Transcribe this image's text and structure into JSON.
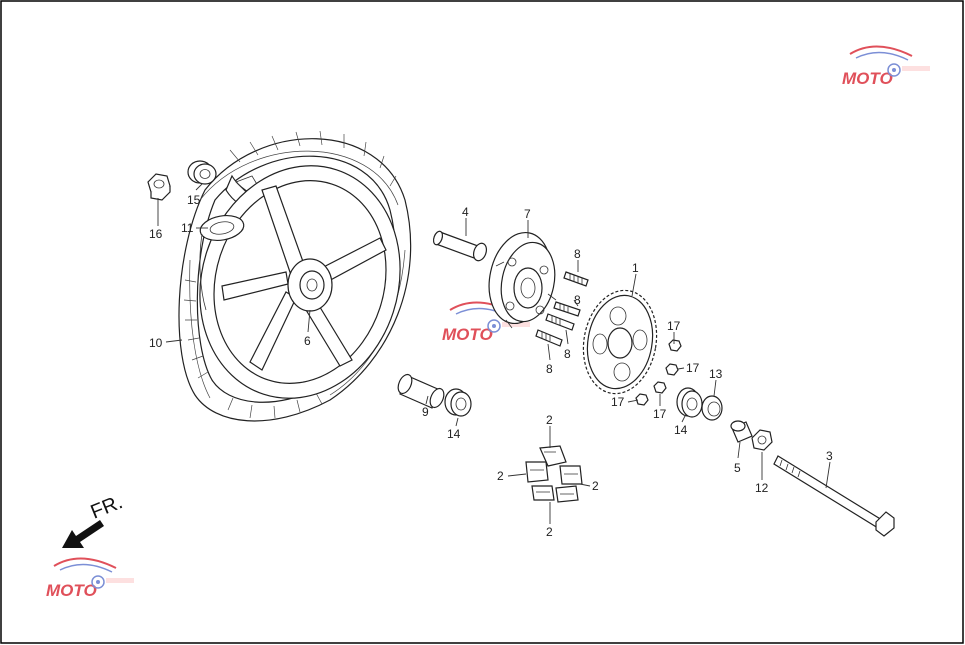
{
  "diagram": {
    "direction_label": "FR.",
    "colors": {
      "line": "#222222",
      "watermark_red": "#e0505a",
      "watermark_blue": "#7c8fd6",
      "arrow": "#111111"
    },
    "callouts": [
      {
        "id": "c1",
        "text": "1"
      },
      {
        "id": "c2a",
        "text": "2"
      },
      {
        "id": "c2b",
        "text": "2"
      },
      {
        "id": "c2c",
        "text": "2"
      },
      {
        "id": "c2d",
        "text": "2"
      },
      {
        "id": "c3",
        "text": "3"
      },
      {
        "id": "c4",
        "text": "4"
      },
      {
        "id": "c5",
        "text": "5"
      },
      {
        "id": "c6",
        "text": "6"
      },
      {
        "id": "c7",
        "text": "7"
      },
      {
        "id": "c8a",
        "text": "8"
      },
      {
        "id": "c8b",
        "text": "8"
      },
      {
        "id": "c8c",
        "text": "8"
      },
      {
        "id": "c8d",
        "text": "8"
      },
      {
        "id": "c9",
        "text": "9"
      },
      {
        "id": "c10",
        "text": "10"
      },
      {
        "id": "c11",
        "text": "11"
      },
      {
        "id": "c12",
        "text": "12"
      },
      {
        "id": "c13",
        "text": "13"
      },
      {
        "id": "c14a",
        "text": "14"
      },
      {
        "id": "c14b",
        "text": "14"
      },
      {
        "id": "c15",
        "text": "15"
      },
      {
        "id": "c16",
        "text": "16"
      },
      {
        "id": "c17a",
        "text": "17"
      },
      {
        "id": "c17b",
        "text": "17"
      },
      {
        "id": "c17c",
        "text": "17"
      },
      {
        "id": "c17d",
        "text": "17"
      }
    ]
  }
}
